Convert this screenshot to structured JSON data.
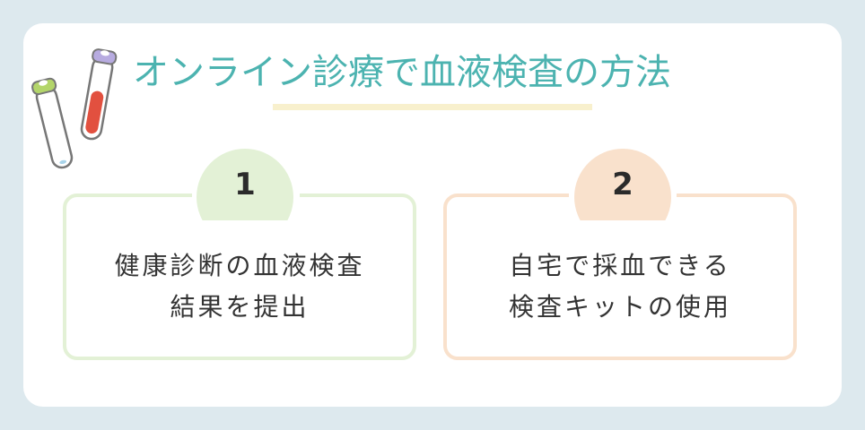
{
  "title": "オンライン診療で血液検査の方法",
  "colors": {
    "background": "#dde9ee",
    "title": "#4cb3b0",
    "underline": "#f8f0cd",
    "step1": "#e3f1d6",
    "step2": "#f9e1cc"
  },
  "steps": [
    {
      "number": "1",
      "line1": "健康診断の血液検査",
      "line2": "結果を提出"
    },
    {
      "number": "2",
      "line1": "自宅で採血できる",
      "line2": "検査キットの使用"
    }
  ],
  "illustration": "blood-test-tubes-icon"
}
